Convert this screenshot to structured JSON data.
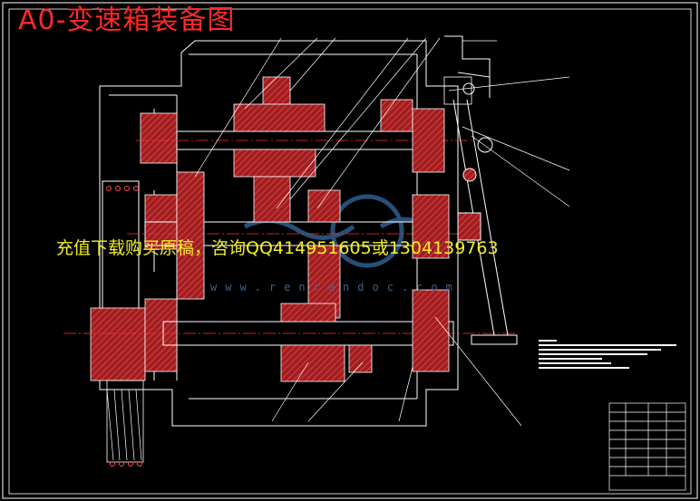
{
  "drawing": {
    "title": "A0-变速箱装备图"
  },
  "watermark": {
    "promo_text": "充值下载购买原稿，咨询QQ414951605或1304139763",
    "site_url": "www.renrendoc.com"
  },
  "colors": {
    "background": "#000000",
    "outline": "#ffffff",
    "section_hatch": "#c0282a",
    "centerline": "#ff3030",
    "title": "#ff2a2a",
    "promo_text": "#f2ee2a",
    "watermark_logo": "#2e5f8c"
  }
}
